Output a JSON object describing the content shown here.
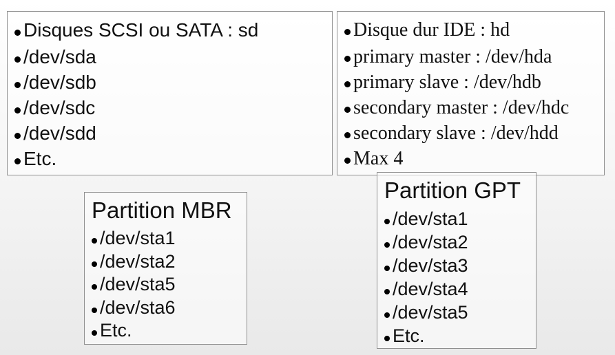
{
  "boxes": {
    "scsi": {
      "title": "Disques SCSI ou SATA : sd",
      "items": [
        "/dev/sda",
        "/dev/sdb",
        "/dev/sdc",
        "/dev/sdd",
        "Etc."
      ]
    },
    "ide": {
      "title": "Disque dur IDE : hd",
      "items": [
        "primary master : /dev/hda",
        "primary slave : /dev/hdb",
        "secondary master : /dev/hdc",
        "secondary slave : /dev/hdd",
        "Max 4"
      ]
    },
    "mbr": {
      "title": "Partition MBR",
      "items": [
        "/dev/sta1",
        "/dev/sta2",
        "/dev/sta5",
        "/dev/sta6",
        "Etc."
      ]
    },
    "gpt": {
      "title": "Partition GPT",
      "items": [
        "/dev/sta1",
        "/dev/sta2",
        "/dev/sta3",
        "/dev/sta4",
        "/dev/sta5",
        "Etc."
      ]
    }
  }
}
